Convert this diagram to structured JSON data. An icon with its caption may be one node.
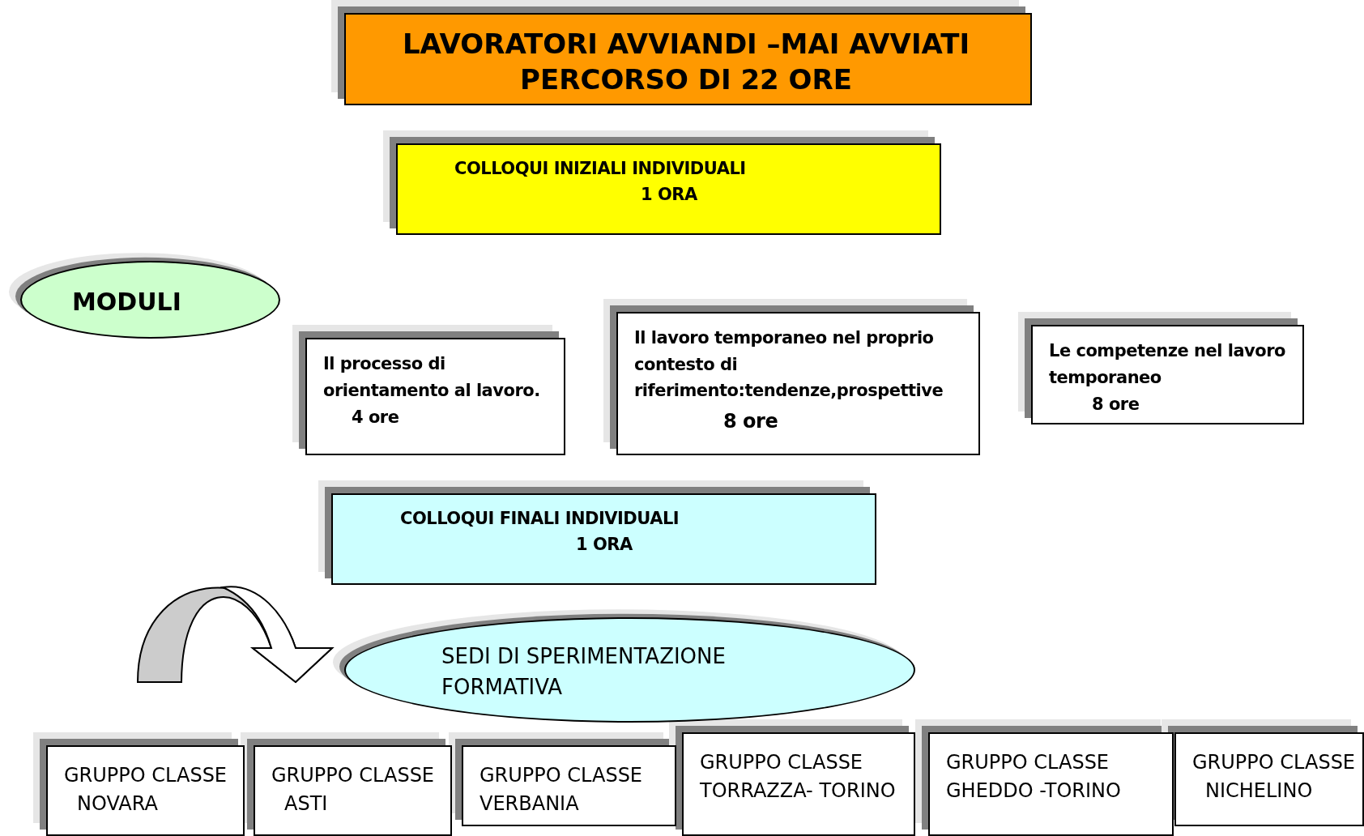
{
  "diagram": {
    "nodes": [
      {
        "text": [
          "LAVORATORI AVVIANDI –MAI AVVIATI PERCORSO DI 22 ORE"
        ]
      },
      {
        "text": [
          "COLLOQUI INIZIALI INDIVIDUALI",
          "1 ORA"
        ]
      },
      {
        "text": [
          "MODULI"
        ]
      },
      {
        "text": [
          "Il processo di orientamento al lavoro.",
          "4 ore"
        ]
      },
      {
        "text": [
          "Il lavoro temporaneo nel proprio contesto di riferimento:tendenze,prospettive",
          "8 ore"
        ]
      },
      {
        "text": [
          "Le competenze nel lavoro temporaneo",
          "8 ore"
        ]
      },
      {
        "text": [
          "COLLOQUI FINALI INDIVIDUALI",
          "1 ORA"
        ]
      },
      {
        "text": [
          "SEDI DI SPERIMENTAZIONE FORMATIVA"
        ]
      },
      {
        "text": [
          "GRUPPO CLASSE NOVARA"
        ]
      },
      {
        "text": [
          "GRUPPO CLASSE ASTI"
        ]
      },
      {
        "text": [
          "GRUPPO CLASSE VERBANIA"
        ]
      },
      {
        "text": [
          "GRUPPO CLASSE TORRAZZA- TORINO"
        ]
      },
      {
        "text": [
          "GRUPPO CLASSE GHEDDO -TORINO"
        ]
      },
      {
        "text": [
          "GRUPPO CLASSE NICHELINO"
        ]
      }
    ],
    "edges": [
      {
        "from": null,
        "to": 7,
        "arrow": "to",
        "style": "thick"
      }
    ]
  }
}
